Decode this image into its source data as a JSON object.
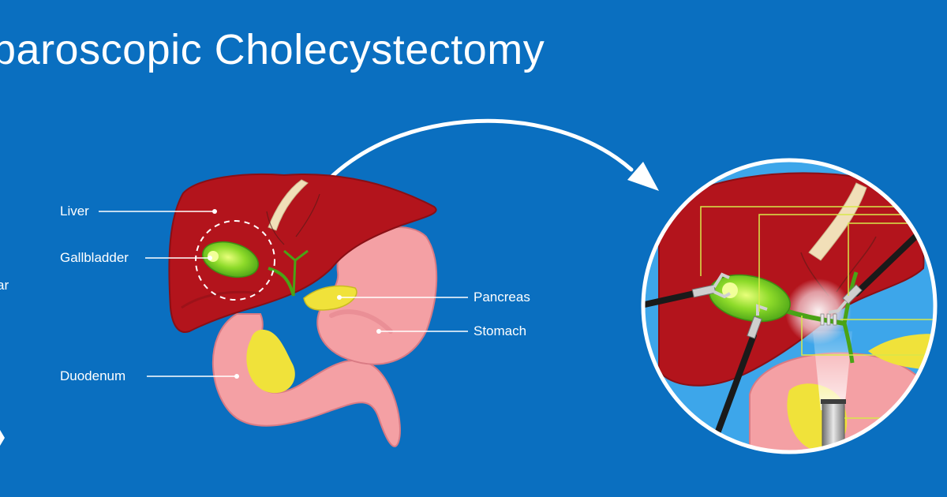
{
  "title": "paroscopic Cholecystectomy",
  "labels": {
    "liver": "Liver",
    "gallbladder": "Gallbladder",
    "duodenum": "Duodenum",
    "pancreas": "Pancreas",
    "stomach": "Stomach",
    "cut_left_text": "ar"
  },
  "colors": {
    "background": "#0a6fc0",
    "liver": "#b3141c",
    "gallbladder": "#7ed321",
    "stomach": "#f4a0a4",
    "pancreas": "#f0e23a",
    "pointer_yellow": "#d8e84a"
  }
}
